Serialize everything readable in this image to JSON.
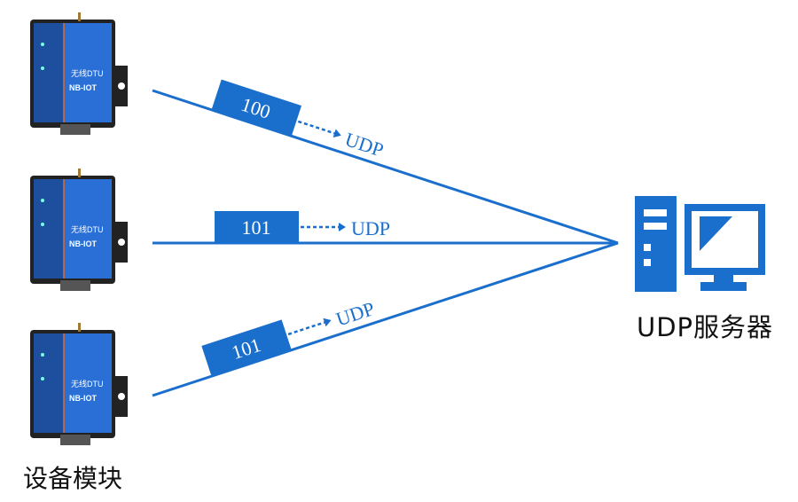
{
  "colors": {
    "accent": "#1a6fcd",
    "device_body": "#1d4f9e",
    "device_frame": "#222222",
    "text": "#111111"
  },
  "devices": [
    {
      "name": "无线DTU",
      "model": "NB-IOT",
      "packet": "100",
      "protocol": "UDP"
    },
    {
      "name": "无线DTU",
      "model": "NB-IOT",
      "packet": "101",
      "protocol": "UDP"
    },
    {
      "name": "无线DTU",
      "model": "NB-IOT",
      "packet": "101",
      "protocol": "UDP"
    }
  ],
  "device_label": "设备模块",
  "server": {
    "icon": "computer-server-icon",
    "label": "UDP服务器"
  }
}
